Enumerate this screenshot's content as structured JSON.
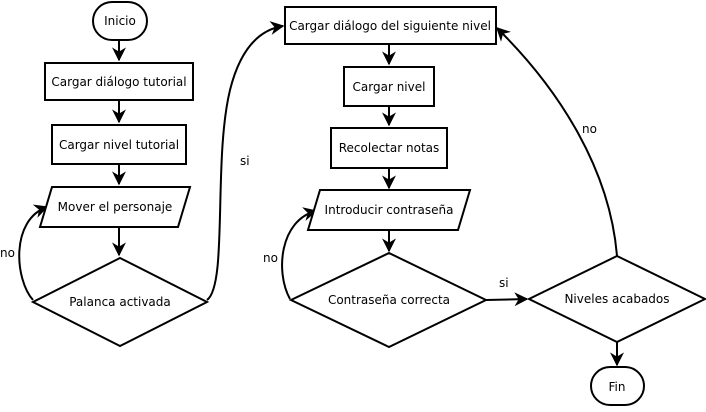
{
  "diagram": {
    "nodes": {
      "inicio": "Inicio",
      "cargar_dialogo_tutorial": "Cargar diálogo tutorial",
      "cargar_nivel_tutorial": "Cargar nivel tutorial",
      "mover_personaje": "Mover el personaje",
      "palanca_activada": "Palanca activada",
      "cargar_dialogo_siguiente": "Cargar diálogo del siguiente nivel",
      "cargar_nivel": "Cargar nivel",
      "recolectar_notas": "Recolectar notas",
      "introducir_contrasena": "Introducir contraseña",
      "contrasena_correcta": "Contraseña correcta",
      "niveles_acabados": "Niveles acabados",
      "fin": "Fin"
    },
    "edge_labels": {
      "palanca_no": "no",
      "palanca_si": "si",
      "contrasena_no": "no",
      "contrasena_si": "si",
      "niveles_no": "no"
    }
  }
}
